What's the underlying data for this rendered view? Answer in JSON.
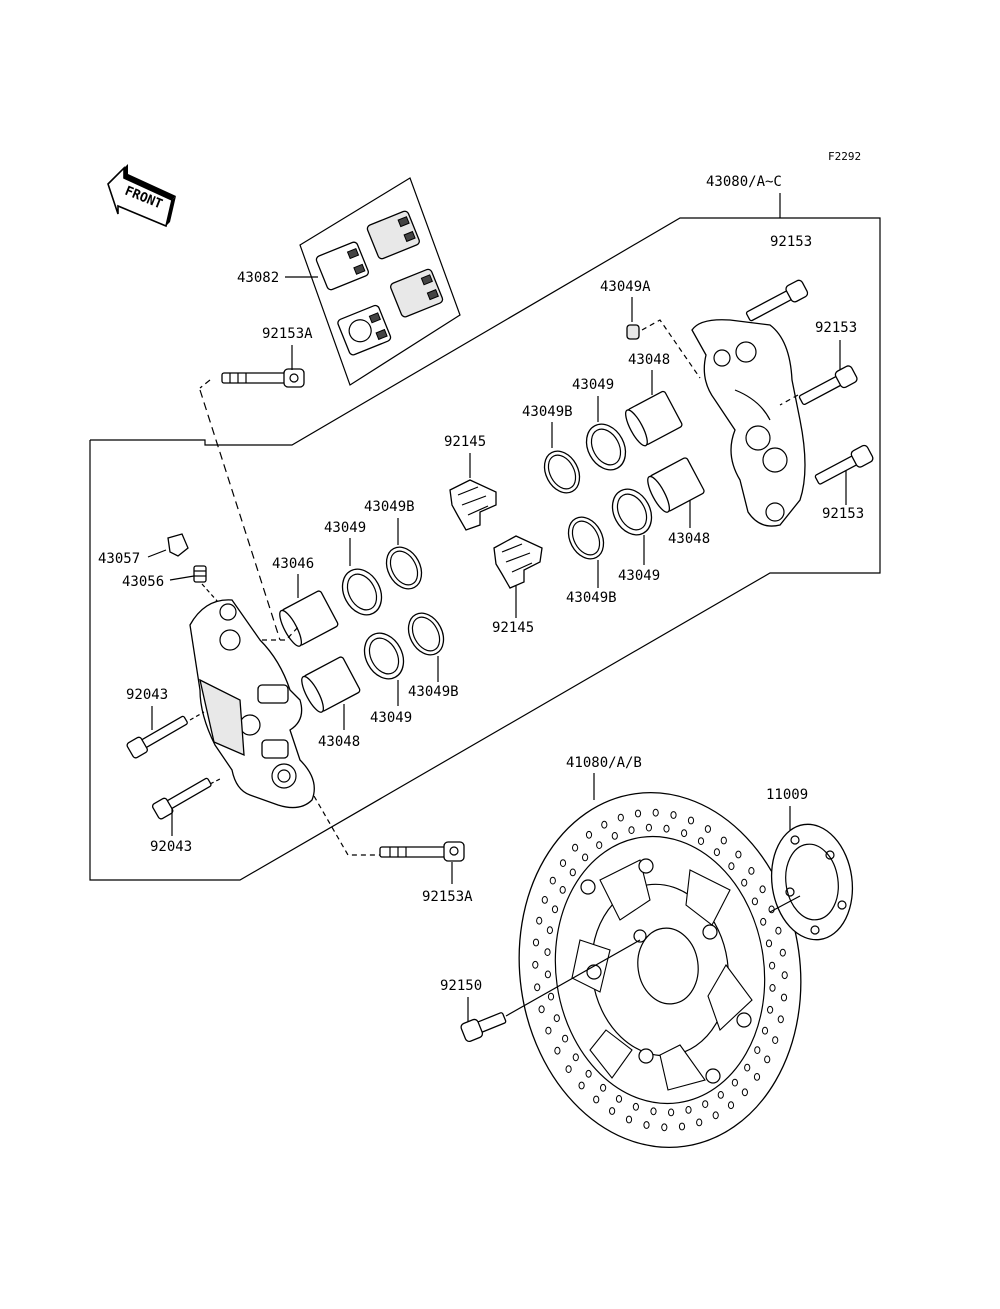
{
  "figure_code": "F2292",
  "front_label": "FRONT",
  "parts": {
    "caliper_assy": "43080/A~C",
    "pad_set": "43082",
    "bolt_9215a_top": "92153A",
    "bolt_92153_a": "92153",
    "bolt_92153_b": "92153",
    "bolt_92153_c": "92153",
    "seal_43049a": "43049A",
    "piston_r1": "43048",
    "seal_r1": "43049",
    "seal_r1b": "43049B",
    "spring_a": "92145",
    "piston_r2": "43048",
    "seal_r2": "43049",
    "seal_r2b": "43049B",
    "spring_b": "92145",
    "seal_l1b": "43049B",
    "seal_l1": "43049",
    "piston_l1": "43046",
    "cap_43057": "43057",
    "valve_43056": "43056",
    "bolt_92043_a": "92043",
    "bolt_92043_b": "92043",
    "seal_l2b": "43049B",
    "seal_l2": "43049",
    "piston_l2": "43048",
    "bolt_9215a_bottom": "92153A",
    "disc": "41080/A/B",
    "shim": "11009",
    "disc_bolt": "92150"
  }
}
